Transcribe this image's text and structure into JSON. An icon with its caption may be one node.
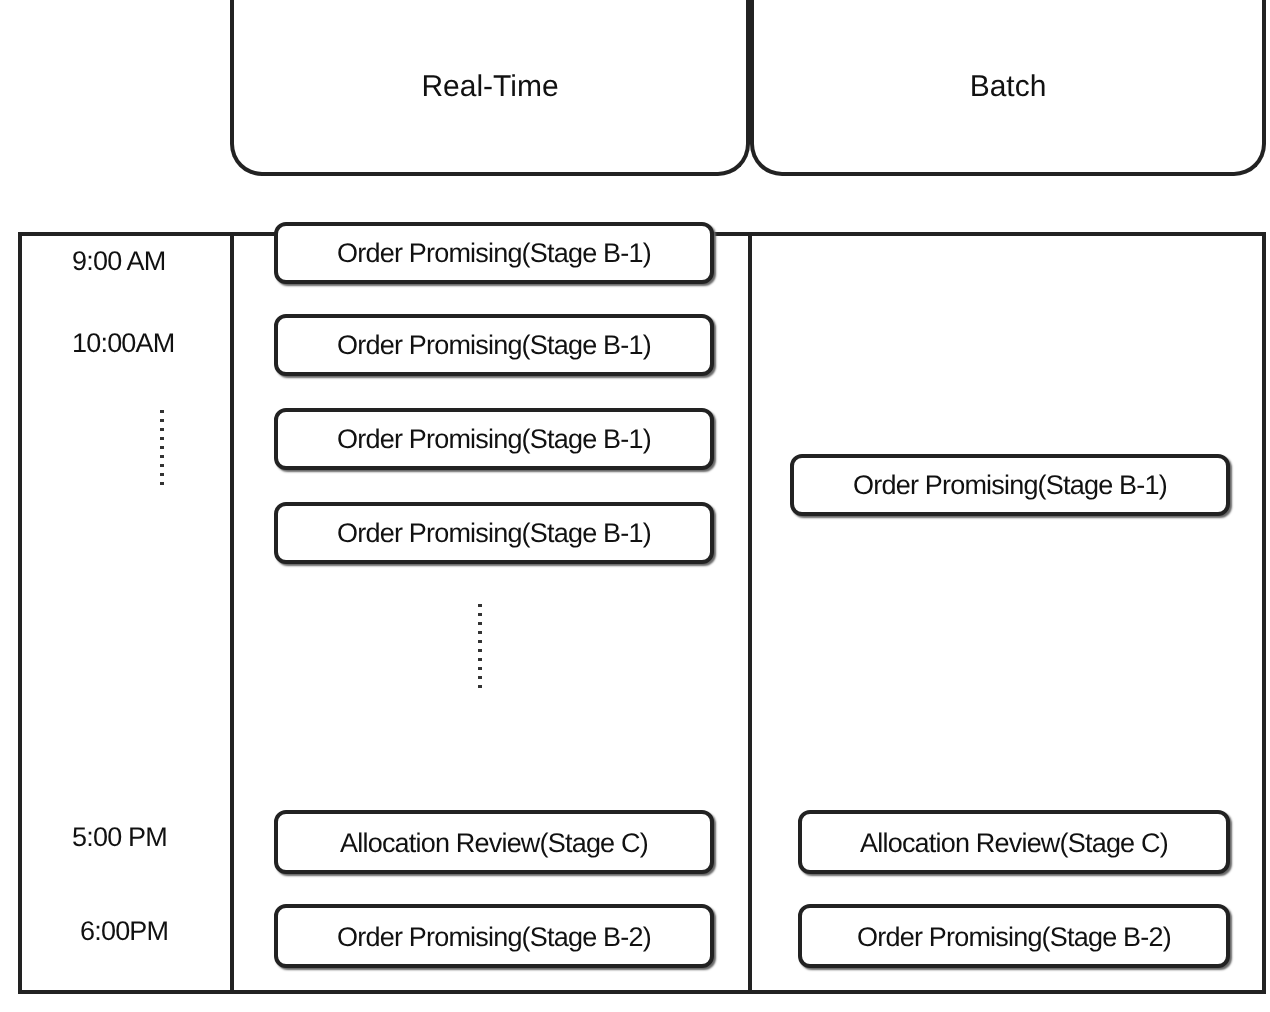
{
  "diagram": {
    "nodes": [
      {
        "text": [
          "Real-Time"
        ]
      },
      {
        "text": [
          "Batch"
        ]
      },
      {
        "text": [
          "Order Promising(Stage B-1)"
        ]
      },
      {
        "text": [
          "Order Promising(Stage B-1)"
        ]
      },
      {
        "text": [
          "Order Promising(Stage B-1)"
        ]
      },
      {
        "text": [
          "Order Promising(Stage B-1)"
        ]
      },
      {
        "text": [
          "Order Promising(Stage B-1)"
        ]
      },
      {
        "text": [
          "Allocation Review(Stage C)"
        ]
      },
      {
        "text": [
          "Allocation Review(Stage C)"
        ]
      },
      {
        "text": [
          "Order Promising(Stage B-2)"
        ]
      },
      {
        "text": [
          "Order Promising(Stage B-2)"
        ]
      }
    ],
    "edges": [],
    "labels": [
      "9:00 AM",
      "10:00AM",
      "5:00 PM",
      "6:00PM"
    ]
  }
}
